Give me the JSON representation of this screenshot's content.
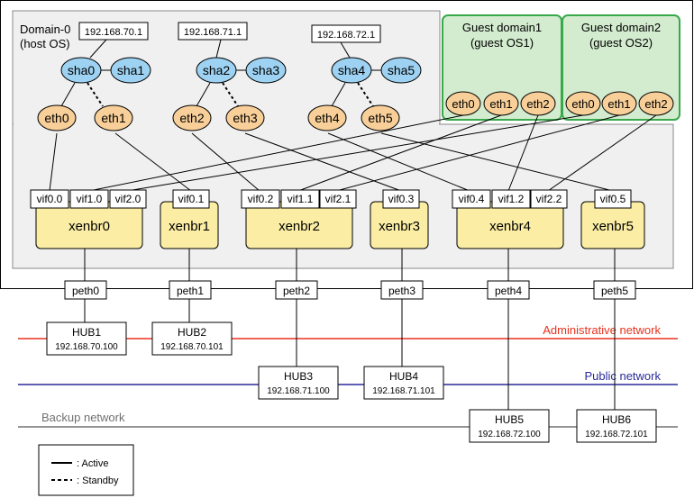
{
  "domain0": {
    "title": "Domain-0",
    "subtitle": "(host OS)"
  },
  "guest1": {
    "title": "Guest domain1",
    "subtitle": "(guest OS1)"
  },
  "guest2": {
    "title": "Guest domain2",
    "subtitle": "(guest OS2)"
  },
  "ips": [
    "192.168.70.1",
    "192.168.71.1",
    "192.168.72.1"
  ],
  "sha": [
    "sha0",
    "sha1",
    "sha2",
    "sha3",
    "sha4",
    "sha5"
  ],
  "eth": [
    "eth0",
    "eth1",
    "eth2",
    "eth3",
    "eth4",
    "eth5"
  ],
  "guest_eth": [
    "eth0",
    "eth1",
    "eth2"
  ],
  "vif": [
    "vif0.0",
    "vif1.0",
    "vif2.0",
    "vif0.1",
    "vif0.2",
    "vif1.1",
    "vif2.1",
    "vif0.3",
    "vif0.4",
    "vif1.2",
    "vif2.2",
    "vif0.5"
  ],
  "xenbr": [
    "xenbr0",
    "xenbr1",
    "xenbr2",
    "xenbr3",
    "xenbr4",
    "xenbr5"
  ],
  "peth": [
    "peth0",
    "peth1",
    "peth2",
    "peth3",
    "peth4",
    "peth5"
  ],
  "hubs": [
    {
      "name": "HUB1",
      "ip": "192.168.70.100"
    },
    {
      "name": "HUB2",
      "ip": "192.168.70.101"
    },
    {
      "name": "HUB3",
      "ip": "192.168.71.100"
    },
    {
      "name": "HUB4",
      "ip": "192.168.71.101"
    },
    {
      "name": "HUB5",
      "ip": "192.168.72.100"
    },
    {
      "name": "HUB6",
      "ip": "192.168.72.101"
    }
  ],
  "networks": {
    "admin": {
      "label": "Administrative network",
      "color": "#e8321e"
    },
    "public": {
      "label": "Public network",
      "color": "#2a2a9a"
    },
    "backup": {
      "label": "Backup network",
      "color": "#707070"
    }
  },
  "legend": {
    "active": ": Active",
    "standby": ": Standby"
  },
  "colors": {
    "sha_fill": "#9dd2f2",
    "eth_fill": "#f8cf98",
    "xenbr_fill": "#fbeea4",
    "guest_fill": "#d3eccf",
    "guest_border": "#39a84a",
    "dom0_fill": "#f0f0f0"
  }
}
